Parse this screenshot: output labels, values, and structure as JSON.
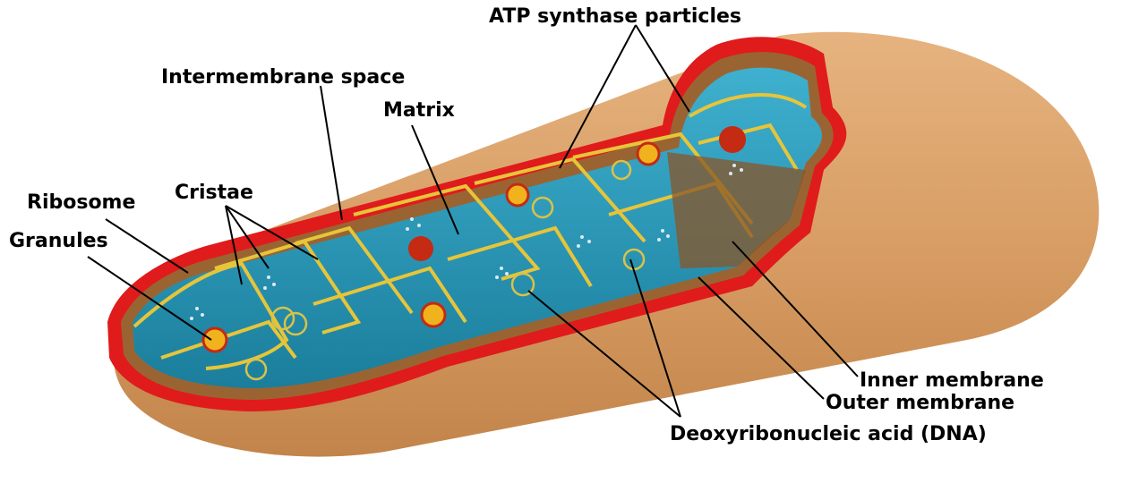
{
  "labels": {
    "atp": "ATP synthase particles",
    "intermembrane": "Intermembrane space",
    "matrix": "Matrix",
    "cristae": "Cristae",
    "ribosome": "Ribosome",
    "granules": "Granules",
    "inner_membrane": "Inner membrane",
    "outer_membrane": "Outer membrane",
    "dna": "Deoxyribonucleic acid (DNA)"
  },
  "colors": {
    "body": "#d9a26a",
    "body_shade": "#c98c55",
    "outer_membrane": "#e01b1b",
    "intermembrane": "#9a6432",
    "matrix": "#1e8fae",
    "matrix_light": "#3fb3d3",
    "inner_membrane": "#e6c53a",
    "dna": "#d8c24a",
    "granule": "#f0b21d",
    "granule_rim": "#c52a12"
  }
}
